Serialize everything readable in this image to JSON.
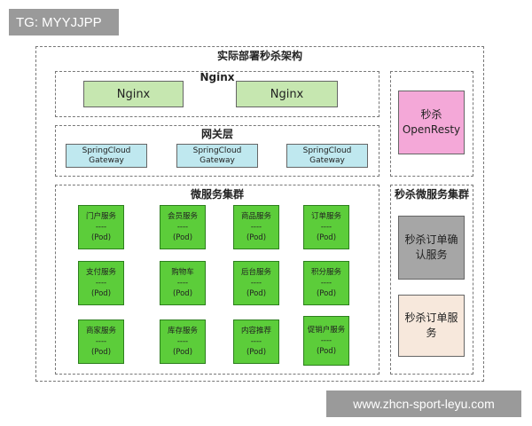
{
  "watermarks": {
    "top_left": "TG: MYYJJPP",
    "bottom_right": "www.zhcn-sport-leyu.com"
  },
  "outer_title": "实际部署秒杀架构",
  "nginx_section": {
    "title": "Nginx",
    "nodes": [
      "Nginx",
      "Nginx"
    ]
  },
  "gateway_section": {
    "title": "网关层",
    "nodes": [
      "SpringCloud\nGateway",
      "SpringCloud\nGateway",
      "SpringCloud\nGateway"
    ]
  },
  "services_section": {
    "title": "微服务集群",
    "rows": [
      [
        "门户服务\n----\n(Pod)",
        "会员服务\n----\n(Pod)",
        "商品服务\n----\n(Pod)",
        "订单服务\n----\n(Pod)"
      ],
      [
        "支付服务\n----\n(Pod)",
        "购物车\n----\n(Pod)",
        "后台服务\n----\n(Pod)",
        "积分服务\n----\n(Pod)"
      ],
      [
        "商家服务\n----\n(Pod)",
        "库存服务\n----\n(Pod)",
        "内容推荐\n----\n(Pod)",
        "促销户服务\n----\n(Pod)"
      ]
    ]
  },
  "openresty_box": "秒杀\nOpenResty",
  "seckill_section": {
    "title": "秒杀微服务集群",
    "nodes": [
      "秒杀订单确\n认服务",
      "秒杀订单服\n务"
    ]
  },
  "colors": {
    "nginx": "#c6e7b0",
    "gateway": "#bfe8ef",
    "service": "#5ccd3a",
    "openresty": "#f4a8d8",
    "seckill_confirm": "#a6a6a6",
    "seckill_order": "#f7e8dc"
  }
}
